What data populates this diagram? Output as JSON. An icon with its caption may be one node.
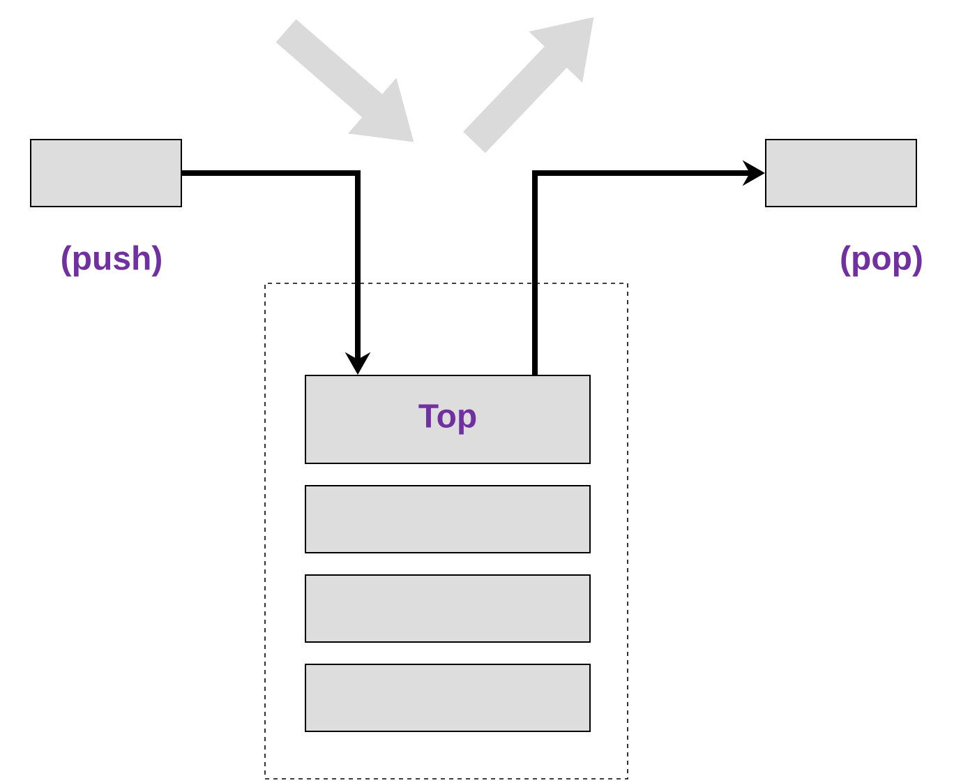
{
  "diagram": {
    "nodes": [
      {
        "text": [],
        "shape": "box",
        "beside": [
          "(push)"
        ]
      },
      {
        "text": [],
        "shape": "box",
        "beside": [
          "(pop)"
        ]
      },
      {
        "text": [],
        "shape": "box"
      },
      {
        "text": [
          "Top"
        ],
        "in": 2
      },
      {
        "text": [],
        "shape": "box",
        "in": 2
      },
      {
        "text": [],
        "shape": "box",
        "in": 2
      },
      {
        "text": [],
        "shape": "box",
        "in": 2
      }
    ],
    "edges": [
      {
        "from": 0,
        "to": 3,
        "arrow": "to"
      },
      {
        "from": 3,
        "to": 1,
        "arrow": "to"
      }
    ]
  }
}
